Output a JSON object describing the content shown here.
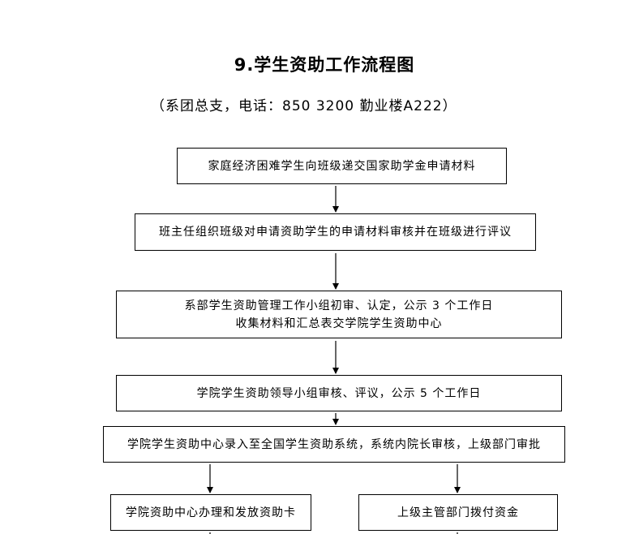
{
  "title": "9.学生资助工作流程图",
  "subtitle": "（系团总支，电话：850 3200 勤业楼A222）",
  "steps": [
    {
      "lines": [
        "家庭经济困难学生向班级递交国家助学金申请材料"
      ]
    },
    {
      "lines": [
        "班主任组织班级对申请资助学生的申请材料审核并在班级进行评议"
      ]
    },
    {
      "lines": [
        "系部学生资助管理工作小组初审、认定，公示 3 个工作日",
        "收集材料和汇总表交学院学生资助中心"
      ]
    },
    {
      "lines": [
        "学院学生资助领导小组审核、评议，公示 5 个工作日"
      ]
    },
    {
      "lines": [
        "学院学生资助中心录入至全国学生资助系统，系统内院长审核，上级部门审批"
      ]
    },
    {
      "lines": [
        "学院资助中心办理和发放资助卡"
      ]
    },
    {
      "lines": [
        "上级主管部门拨付资金"
      ]
    }
  ]
}
